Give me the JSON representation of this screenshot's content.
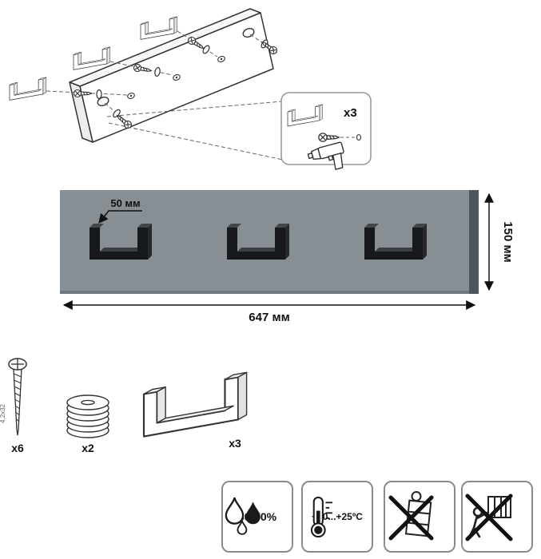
{
  "exploded_view": {
    "callout_count_label": "x3"
  },
  "product_view": {
    "hook_width_label": "50 мм",
    "panel_width_label": "647 мм",
    "panel_height_label": "150 мм"
  },
  "hardware": {
    "screw": {
      "count_label": "x6",
      "size_label": "4,2x32"
    },
    "washer": {
      "count_label": "x2"
    },
    "hook": {
      "count_label": "x3"
    }
  },
  "warnings": {
    "humidity_label": "60-70%",
    "temperature_label": "+10...+25ºC"
  },
  "icons": {
    "exploded_view": [
      "wall-board",
      "hook-bracket",
      "screw",
      "washer",
      "drill-icon"
    ],
    "warning_boxes": [
      "water-drops-icon",
      "thermometer-icon",
      "no-drag-furniture-icon",
      "no-climb-furniture-icon"
    ]
  },
  "colors": {
    "panel_face": "#878E94",
    "panel_edge": "#4E565C",
    "panel_bottom_shade": "#70777D",
    "hook_black": "#16181B",
    "outline": "#333333",
    "dimension_text": "#111111",
    "callout_border": "#999999",
    "warning_box_border": "#8A8A8A"
  }
}
